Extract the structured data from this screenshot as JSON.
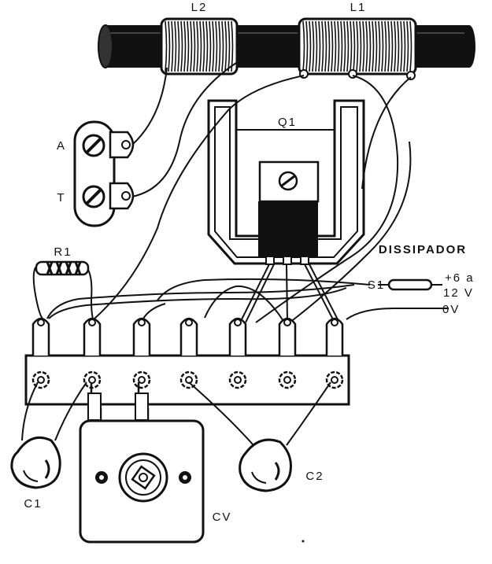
{
  "labels": {
    "l2": "L2",
    "l1": "L1",
    "q1": "Q1",
    "a": "A",
    "t": "T",
    "r1": "R1",
    "dissipador": "DISSIPADOR",
    "s1": "S1",
    "supply_line1": "+6 a",
    "supply_line2": "12 V",
    "zero_v": "0V",
    "c1": "C1",
    "c2": "C2",
    "cv": "CV"
  },
  "colors": {
    "ink": "#111111",
    "paper": "#ffffff"
  }
}
